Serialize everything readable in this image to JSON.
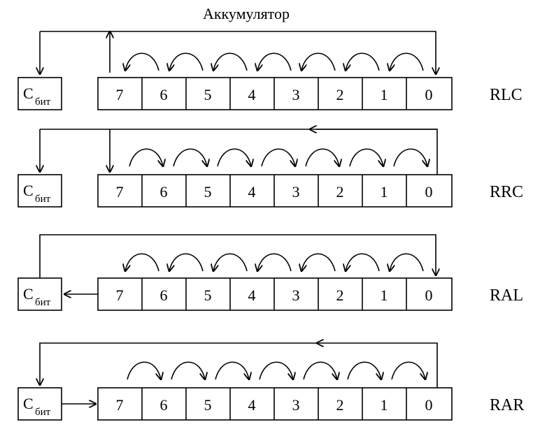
{
  "title": "Аккумулятор",
  "carry": {
    "main": "C",
    "sub": "бит"
  },
  "bits": [
    "7",
    "6",
    "5",
    "4",
    "3",
    "2",
    "1",
    "0"
  ],
  "rows": [
    {
      "label": "RLC"
    },
    {
      "label": "RRC"
    },
    {
      "label": "RAL"
    },
    {
      "label": "RAR"
    }
  ]
}
